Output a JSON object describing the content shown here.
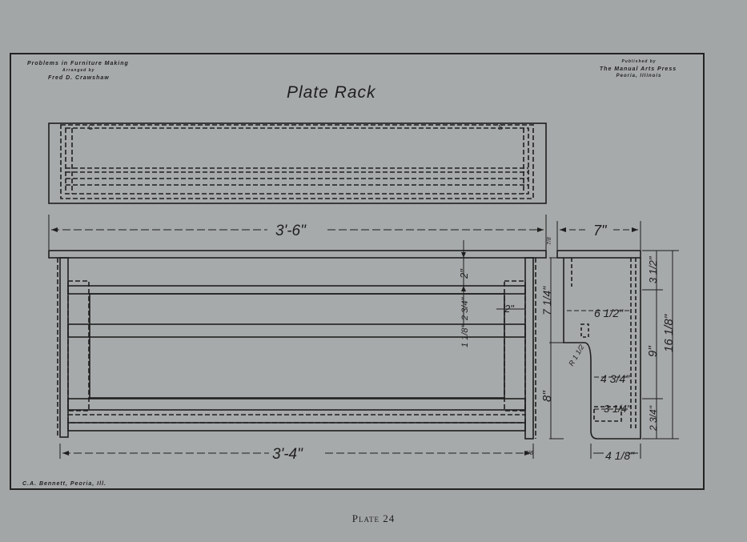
{
  "header": {
    "series": "Problems in Furniture Making",
    "arranged_by": "Arranged by",
    "author": "Fred D. Crawshaw",
    "published_by": "Published by",
    "publisher": "The Manual Arts Press",
    "location": "Peoria, Illinois"
  },
  "drawing": {
    "title": "Plate Rack",
    "top_marks": [
      "C",
      "S"
    ]
  },
  "dimensions": {
    "overall_length": "3'-6\"",
    "inner_length": "3'-4\"",
    "depth": "7\"",
    "top_thickness": "7/8",
    "rail_2_a": "2\"",
    "rail_2_b": "2\"",
    "rail_2_3_4": "2 3/4\"",
    "rail_1_1_8": "1 1/8\"",
    "height_7_1_4": "7 1/4\"",
    "height_8": "8\"",
    "w_6_1_2": "6 1/2\"",
    "w_4_3_4": "4 3/4\"",
    "w_3_1_4": "3 1/4\"",
    "w_4_1_8": "4 1/8\"",
    "h_3_1_2": "3 1/2\"",
    "h_9": "9\"",
    "h_16_1_8": "16 1/8\"",
    "h_2_3_4": "2 3/4\"",
    "radius": "R 1 1/2",
    "foot": "7/8"
  },
  "footer": {
    "credit": "C.A. Bennett, Peoria, Ill.",
    "plate": "Plate 24"
  }
}
